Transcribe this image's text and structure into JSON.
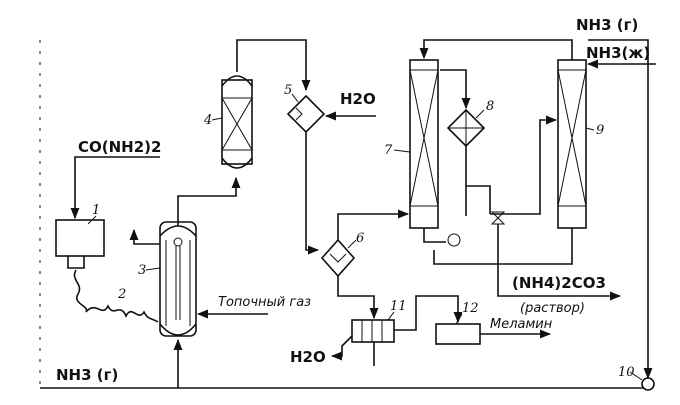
{
  "inputs": {
    "urea": "CO(NH2)2",
    "ammonia_gas_top": "NH3 (г)",
    "ammonia_liquid": "NH3(ж)",
    "ammonia_gas_bottom": "NH3 (г)",
    "water_5": "H2O",
    "water_11": "H2O",
    "fuel_gas": "Топочный газ"
  },
  "outputs": {
    "ammonium_carbonate": "(NH4)2CO3",
    "ammonium_carbonate_note": "(раствор)",
    "melamine": "Меламин"
  },
  "unit_numbers": [
    "1",
    "2",
    "3",
    "4",
    "5",
    "6",
    "7",
    "8",
    "9",
    "10",
    "11",
    "12"
  ]
}
